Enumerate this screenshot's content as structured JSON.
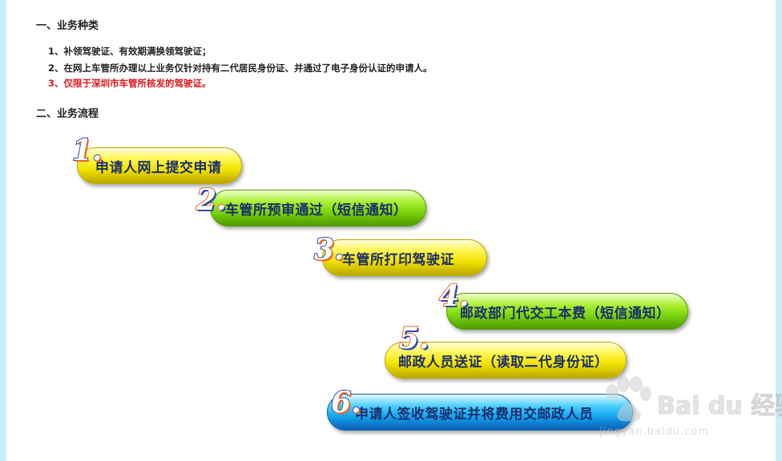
{
  "section1": {
    "title": "一、业务种类",
    "items": [
      "1、补领驾驶证、有效期满换领驾驶证；",
      "2、在网上车管所办理以上业务仅针对持有二代居民身份证、并通过了电子身份认证的申请人。",
      "3、仅限于深圳市车管所核发的驾驶证。"
    ]
  },
  "section2": {
    "title": "二、业务流程",
    "steps": [
      {
        "number": "1.",
        "label": "申请人网上提交申请",
        "color": "yellow"
      },
      {
        "number": "2.",
        "label": "车管所预审通过（短信通知）",
        "color": "green"
      },
      {
        "number": "3.",
        "label": "车管所打印驾驶证",
        "color": "yellow"
      },
      {
        "number": "4.",
        "label": "邮政部门代交工本费（短信通知）",
        "color": "green"
      },
      {
        "number": "5.",
        "label": "邮政人员送证（读取二代身份证）",
        "color": "yellow"
      },
      {
        "number": "6.",
        "label": "申请人签收驾驶证并将费用交邮政人员",
        "color": "blue"
      }
    ]
  },
  "watermark": {
    "brand": "Bai du 经验",
    "url": "jingyan.baidu.com"
  },
  "colors": {
    "highlight_red": "#e0161a",
    "page_bg": "#c9eefa"
  }
}
